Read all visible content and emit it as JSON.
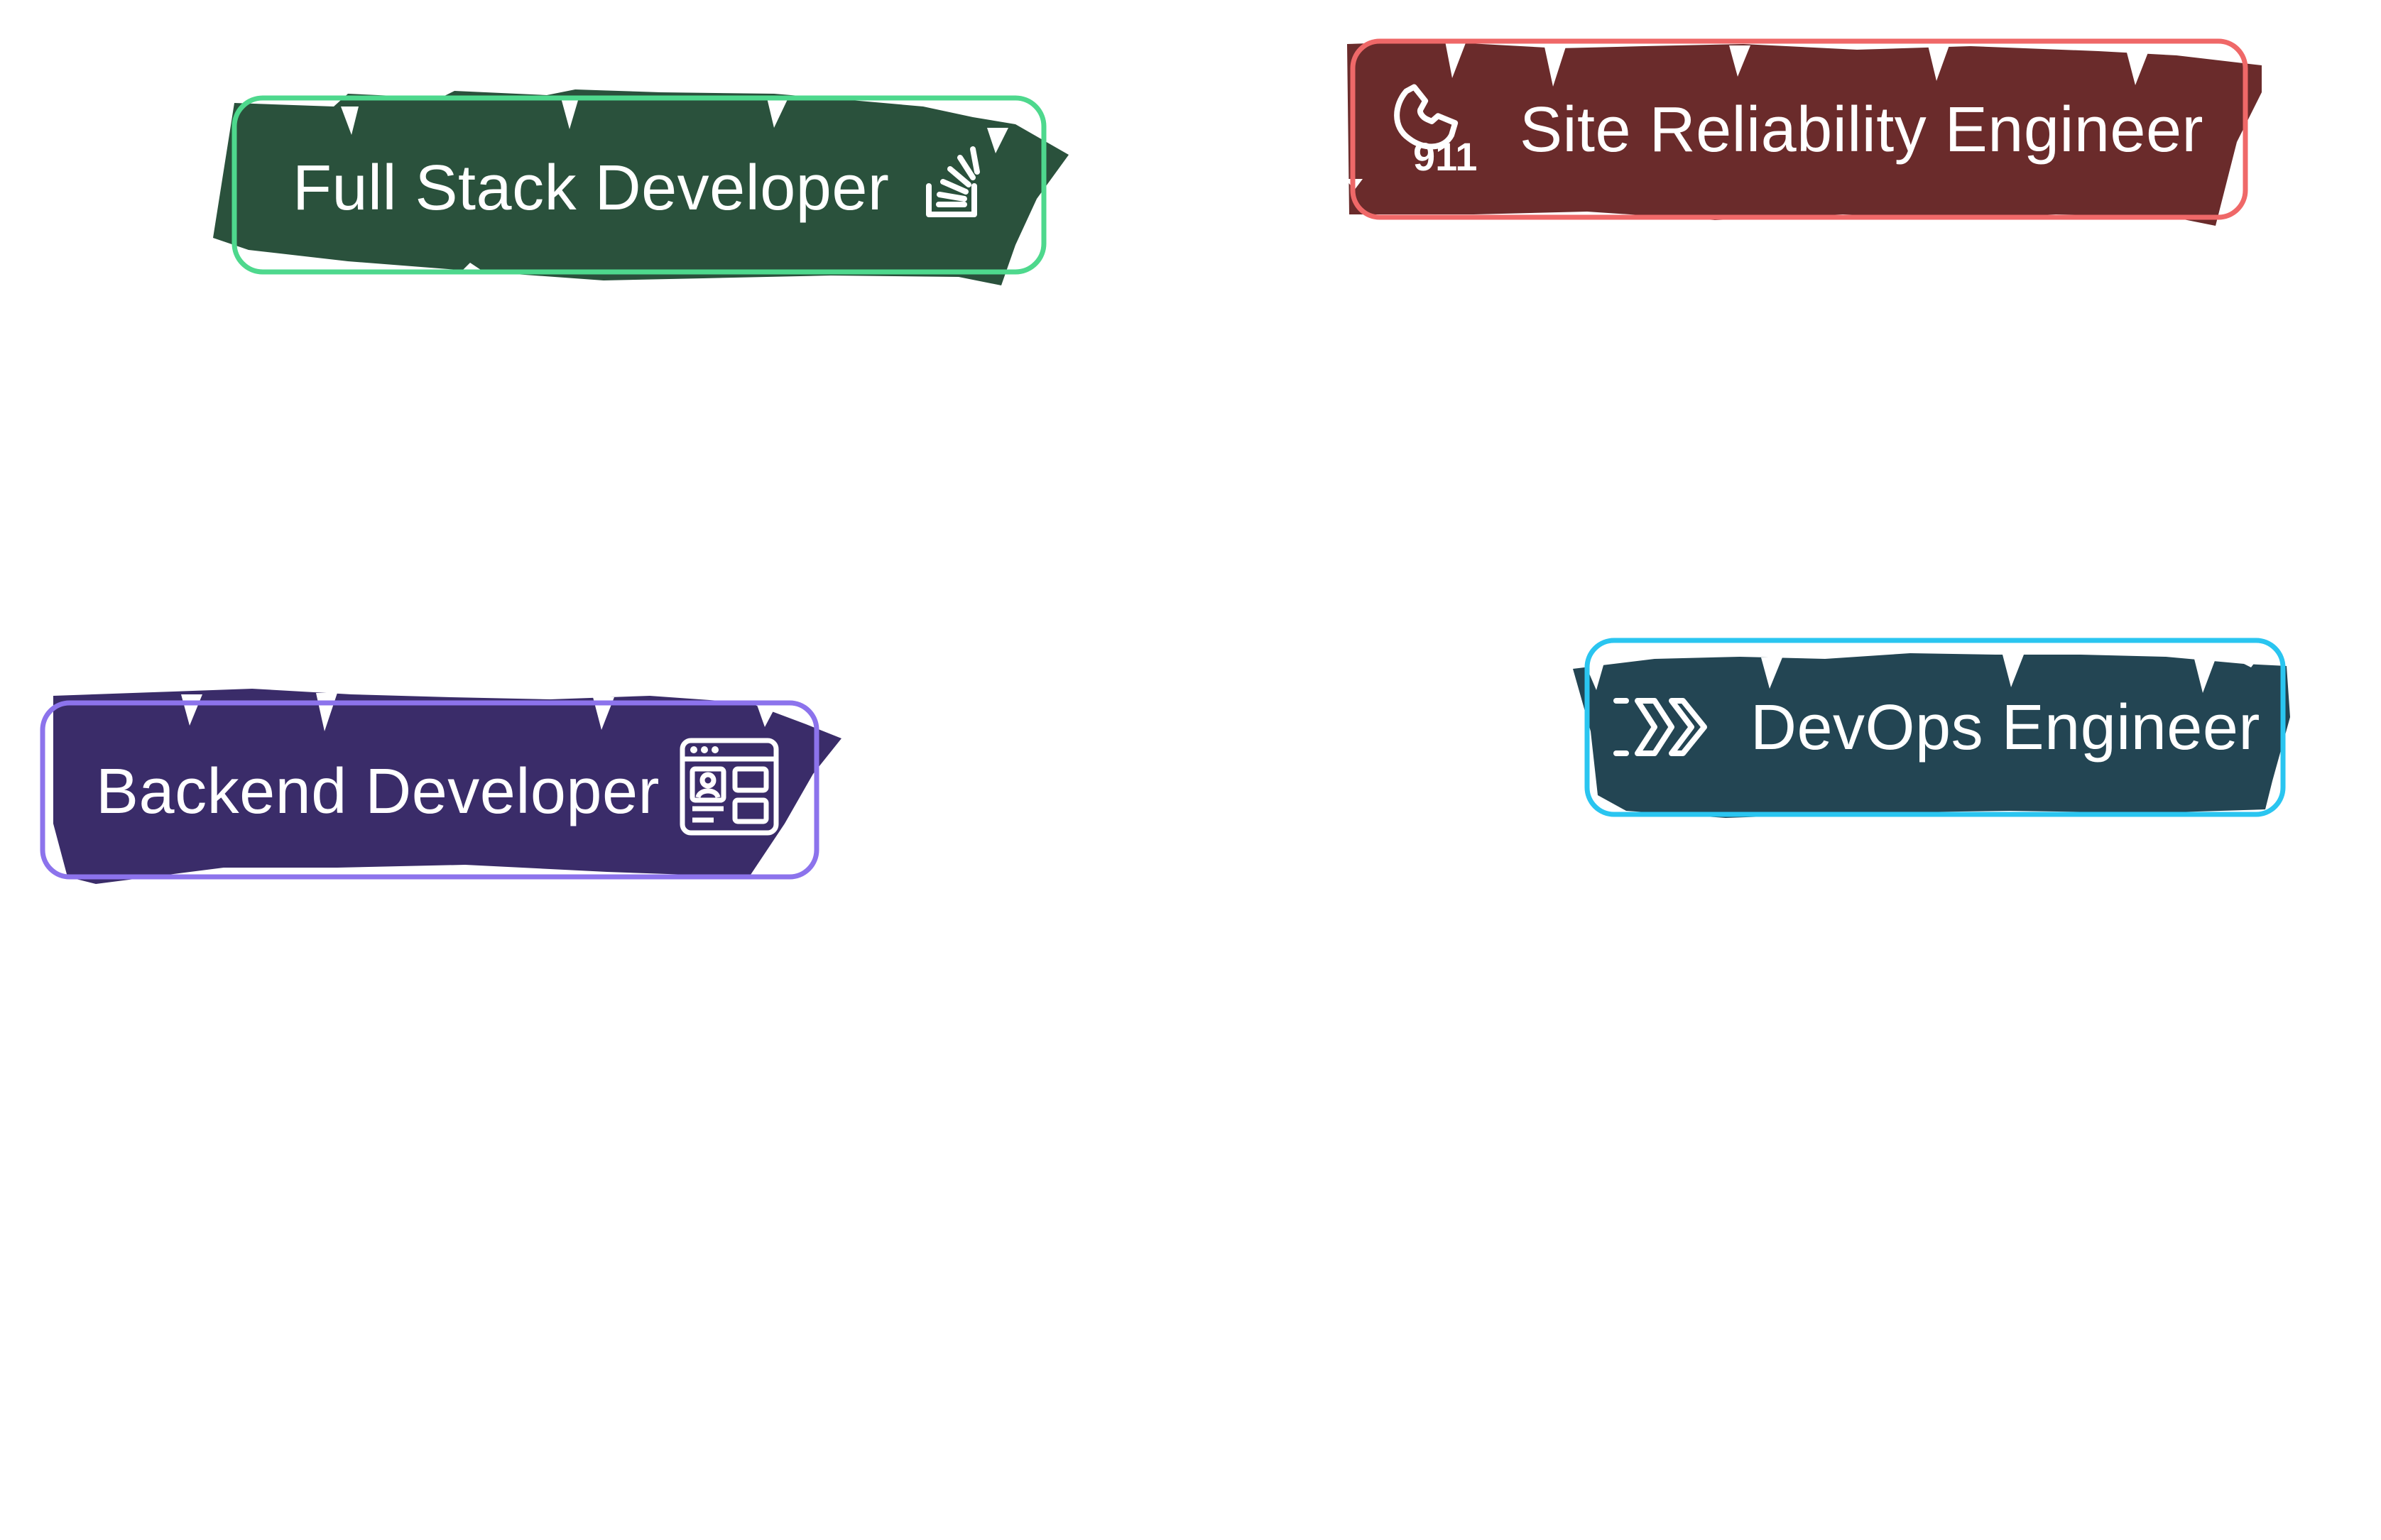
{
  "colors": {
    "fullstack_fill": "#2a513c",
    "fullstack_border": "#4ed88d",
    "sre_fill": "#6a2b2b",
    "sre_border": "#ef6868",
    "backend_fill": "#3a2c69",
    "backend_border": "#8c73ec",
    "devops_fill": "#234553",
    "devops_border": "#2ac5f0",
    "text": "#ffffff"
  },
  "tags": {
    "fullstack": {
      "label": "Full Stack Developer",
      "icon": "stack-overflow-icon"
    },
    "sre": {
      "label": "Site Reliability Engineer",
      "icon": "phone-911-icon"
    },
    "backend": {
      "label": "Backend Developer",
      "icon": "web-layout-icon"
    },
    "devops": {
      "label": "DevOps Engineer",
      "icon": "fast-forward-icon"
    }
  }
}
